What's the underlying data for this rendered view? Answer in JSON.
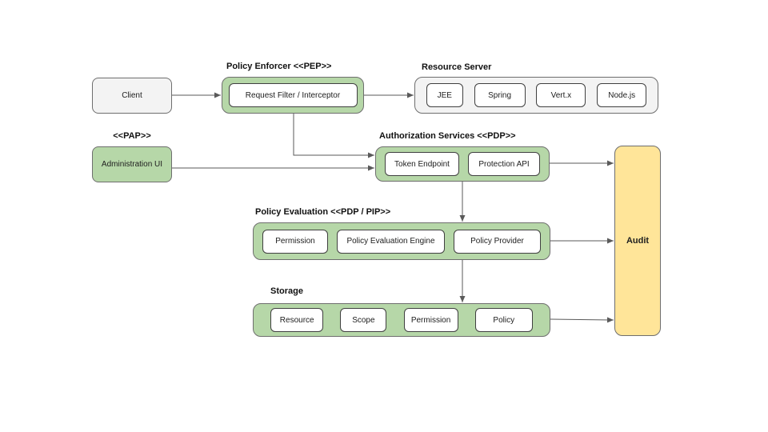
{
  "colors": {
    "green": "#b6d7a8",
    "gray": "#f3f3f3",
    "yellow": "#ffe599",
    "white": "#ffffff",
    "border_gray": "#6e6e6e",
    "border_dark": "#404040",
    "arrow": "#5a5a5a"
  },
  "diagram": {
    "client": {
      "label": "Client"
    },
    "policy_enforcer": {
      "title": "Policy Enforcer <<PEP>>",
      "items": [
        "Request Filter / Interceptor"
      ]
    },
    "resource_server": {
      "title": "Resource Server",
      "items": [
        "JEE",
        "Spring",
        "Vert.x",
        "Node.js"
      ]
    },
    "pap": {
      "title": "<<PAP>>",
      "label": "Administration UI"
    },
    "authorization_services": {
      "title": "Authorization Services <<PDP>>",
      "items": [
        "Token Endpoint",
        "Protection API"
      ]
    },
    "policy_evaluation": {
      "title": "Policy Evaluation <<PDP / PIP>>",
      "items": [
        "Permission",
        "Policy Evaluation Engine",
        "Policy Provider"
      ]
    },
    "storage": {
      "title": "Storage",
      "items": [
        "Resource",
        "Scope",
        "Permission",
        "Policy"
      ]
    },
    "audit": {
      "label": "Audit"
    }
  }
}
